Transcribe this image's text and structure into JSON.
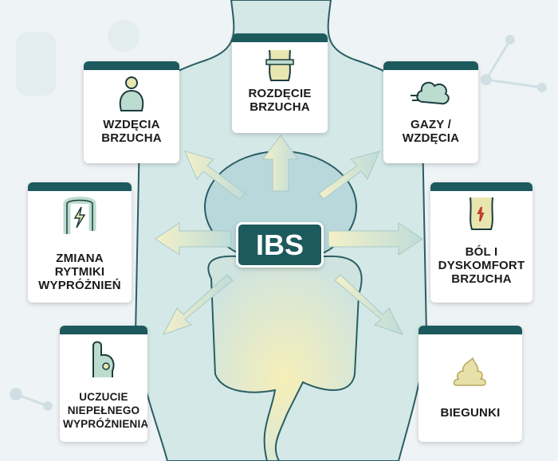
{
  "center_label": "IBS",
  "symptoms": [
    {
      "label": "WZDĘCIA BRZUCHA",
      "icon": "bloated-person-icon"
    },
    {
      "label": "ROZDĘCIE BRZUCHA",
      "icon": "waist-measure-icon"
    },
    {
      "label": "GAZY / WZDĘCIA",
      "icon": "gas-cloud-icon"
    },
    {
      "label": "ZMIANA RYTMIKI WYPRÓŻNIEŃ",
      "icon": "colon-lightning-icon"
    },
    {
      "label": "BÓL I DYSKOMFORT BRZUCHA",
      "icon": "abdominal-pain-icon"
    },
    {
      "label": "UCZUCIE NIEPEŁNEGO WYPRÓŻNIENIA",
      "icon": "incomplete-evacuation-icon"
    },
    {
      "label": "BIEGUNKI",
      "icon": "stool-icon"
    }
  ],
  "colors": {
    "header": "#1d5a5e",
    "background": "#eef3f5",
    "body": "#cfe5e6",
    "arrow": "#e6ecc8"
  }
}
